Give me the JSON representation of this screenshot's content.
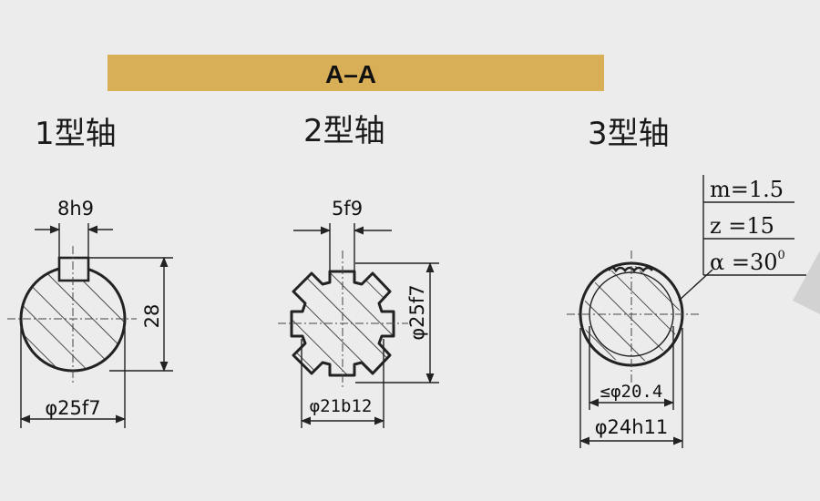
{
  "banner": {
    "label": "A–A",
    "color": "#d8ae57"
  },
  "shafts": [
    {
      "title": "1型轴",
      "key_width": "8h9",
      "height_dim": "28",
      "diameter_dim": "φ25f7"
    },
    {
      "title": "2型轴",
      "spline_width": "5f9",
      "outer_dim": "φ25f7",
      "inner_dim": "φ21b12"
    },
    {
      "title": "3型轴",
      "inner_dim": "≤φ20.4",
      "outer_dim": "φ24h11",
      "spec": {
        "module": "m=1.5",
        "teeth": "z =15",
        "angle": "α =30",
        "angle_sup": "0"
      }
    }
  ]
}
